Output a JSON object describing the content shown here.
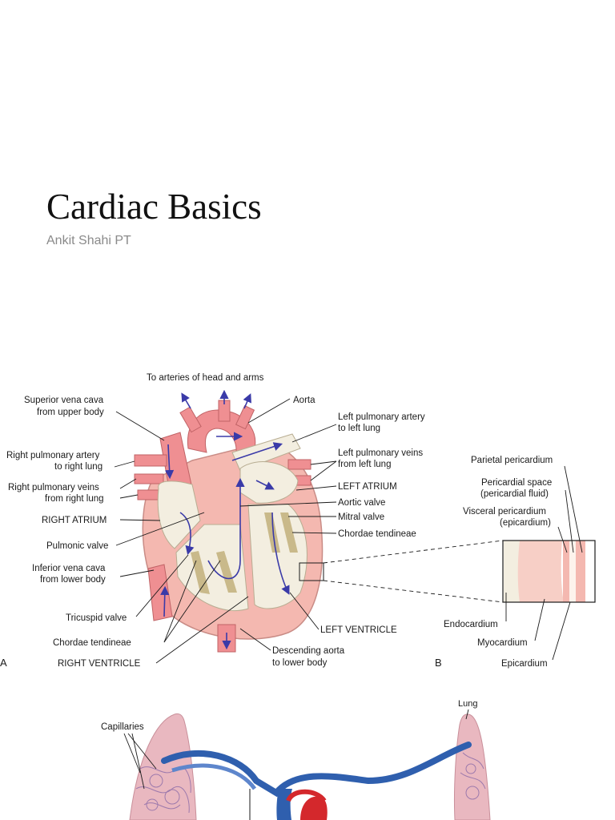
{
  "slide": {
    "title": "Cardiac Basics",
    "subtitle": "Ankit Shahi PT"
  },
  "figure_a": {
    "panel_letter": "A",
    "labels": {
      "to_arteries_head_arms": "To arteries of head and arms",
      "aorta": "Aorta",
      "superior_vena_cava_1": "Superior vena cava",
      "superior_vena_cava_2": "from upper body",
      "left_pulmonary_artery_1": "Left pulmonary artery",
      "left_pulmonary_artery_2": "to left lung",
      "right_pulmonary_artery_1": "Right pulmonary artery",
      "right_pulmonary_artery_2": "to right lung",
      "left_pulmonary_veins_1": "Left pulmonary veins",
      "left_pulmonary_veins_2": "from left lung",
      "right_pulmonary_veins_1": "Right pulmonary veins",
      "right_pulmonary_veins_2": "from right lung",
      "left_atrium": "LEFT ATRIUM",
      "aortic_valve": "Aortic valve",
      "right_atrium": "RIGHT ATRIUM",
      "mitral_valve": "Mitral valve",
      "chordae_tendineae_r": "Chordae tendineae",
      "pulmonic_valve": "Pulmonic valve",
      "inferior_vena_cava_1": "Inferior vena cava",
      "inferior_vena_cava_2": "from lower body",
      "tricuspid_valve": "Tricuspid valve",
      "left_ventricle": "LEFT VENTRICLE",
      "chordae_tendineae_l": "Chordae tendineae",
      "descending_aorta_1": "Descending aorta",
      "descending_aorta_2": "to lower body",
      "right_ventricle": "RIGHT VENTRICLE"
    }
  },
  "figure_b": {
    "panel_letter": "B",
    "labels": {
      "parietal_pericardium": "Parietal pericardium",
      "pericardial_space_1": "Pericardial space",
      "pericardial_space_2": "(pericardial fluid)",
      "visceral_pericardium_1": "Visceral pericardium",
      "visceral_pericardium_2": "(epicardium)",
      "endocardium": "Endocardium",
      "myocardium": "Myocardium",
      "epicardium": "Epicardium"
    }
  },
  "figure_c": {
    "labels": {
      "capillaries": "Capillaries",
      "lung": "Lung"
    }
  },
  "colors": {
    "heart_wall": "#f4b8b0",
    "chamber": "#f3eee0",
    "vessel_pink": "#ef8f92",
    "arrow": "#3a3aa8",
    "vein_blue": "#2f5fae",
    "artery_red": "#d4282c",
    "lung": "#e9b8c0"
  }
}
